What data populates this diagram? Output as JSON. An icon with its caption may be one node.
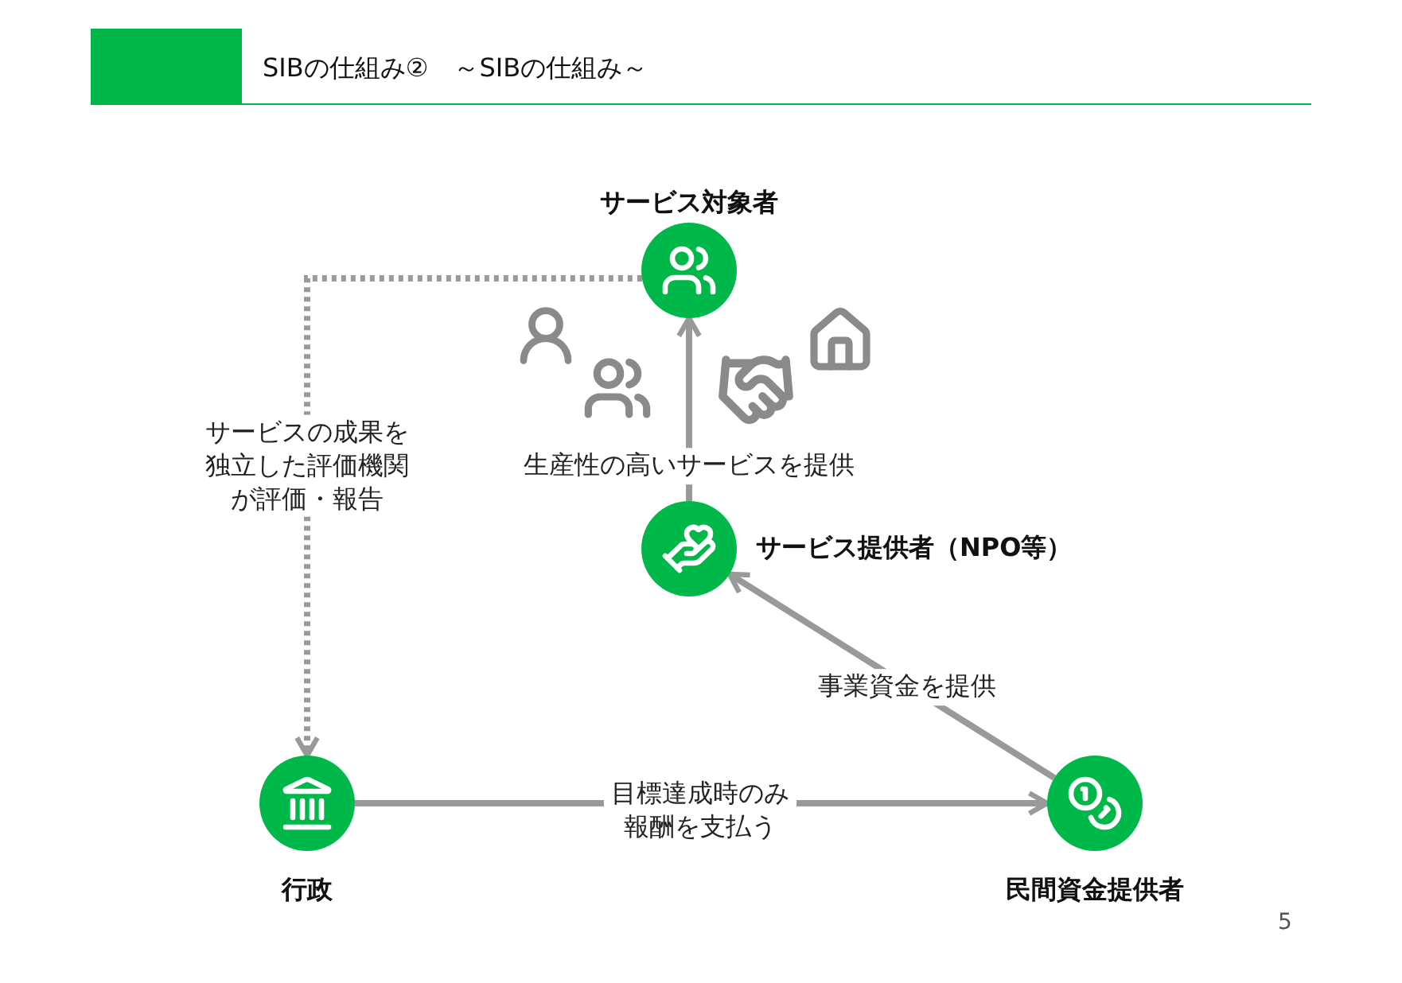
{
  "diagram": {
    "title": "SIBの仕組み②　～SIBの仕組み～",
    "nodes": [
      {
        "text": [
          "サービス対象者"
        ]
      },
      {
        "text": [
          "サービス提供者（NPO等）"
        ]
      },
      {
        "text": [
          "行政"
        ]
      },
      {
        "text": [
          "民間資金提供者"
        ]
      }
    ],
    "edges": [
      {
        "from": 1,
        "to": 0,
        "arrow": "to",
        "label": "生産性の高いサービスを提供"
      },
      {
        "from": 3,
        "to": 1,
        "arrow": "to",
        "label": "事業資金を提供"
      },
      {
        "from": 2,
        "to": 3,
        "arrow": "to",
        "label": "目標達成時のみ報酬を支払う"
      },
      {
        "from": 0,
        "to": 2,
        "arrow": "to",
        "label": "サービスの成果を独立した評価機関が評価・報告",
        "style": "dashed"
      }
    ],
    "labels": [
      "5"
    ]
  }
}
